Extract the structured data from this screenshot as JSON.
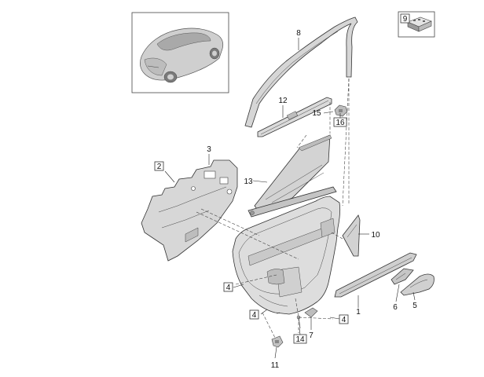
{
  "callouts": [
    {
      "key": "c1",
      "text": "1"
    },
    {
      "key": "c2",
      "text": "2"
    },
    {
      "key": "c3",
      "text": "3"
    },
    {
      "key": "c4a",
      "text": "4"
    },
    {
      "key": "c4b",
      "text": "4"
    },
    {
      "key": "c4c",
      "text": "4"
    },
    {
      "key": "c5",
      "text": "5"
    },
    {
      "key": "c6",
      "text": "6"
    },
    {
      "key": "c7",
      "text": "7"
    },
    {
      "key": "c8",
      "text": "8"
    },
    {
      "key": "c9",
      "text": "9"
    },
    {
      "key": "c10",
      "text": "10"
    },
    {
      "key": "c11",
      "text": "11"
    },
    {
      "key": "c12",
      "text": "12"
    },
    {
      "key": "c13",
      "text": "13"
    },
    {
      "key": "c14",
      "text": "14"
    },
    {
      "key": "c15",
      "text": "15"
    },
    {
      "key": "c16",
      "text": "16"
    }
  ],
  "colors": {
    "part_fill": "#d9d9d9",
    "part_light": "#ececec",
    "part_dark": "#a8a8a8",
    "line": "#333333",
    "background": "#ffffff"
  }
}
